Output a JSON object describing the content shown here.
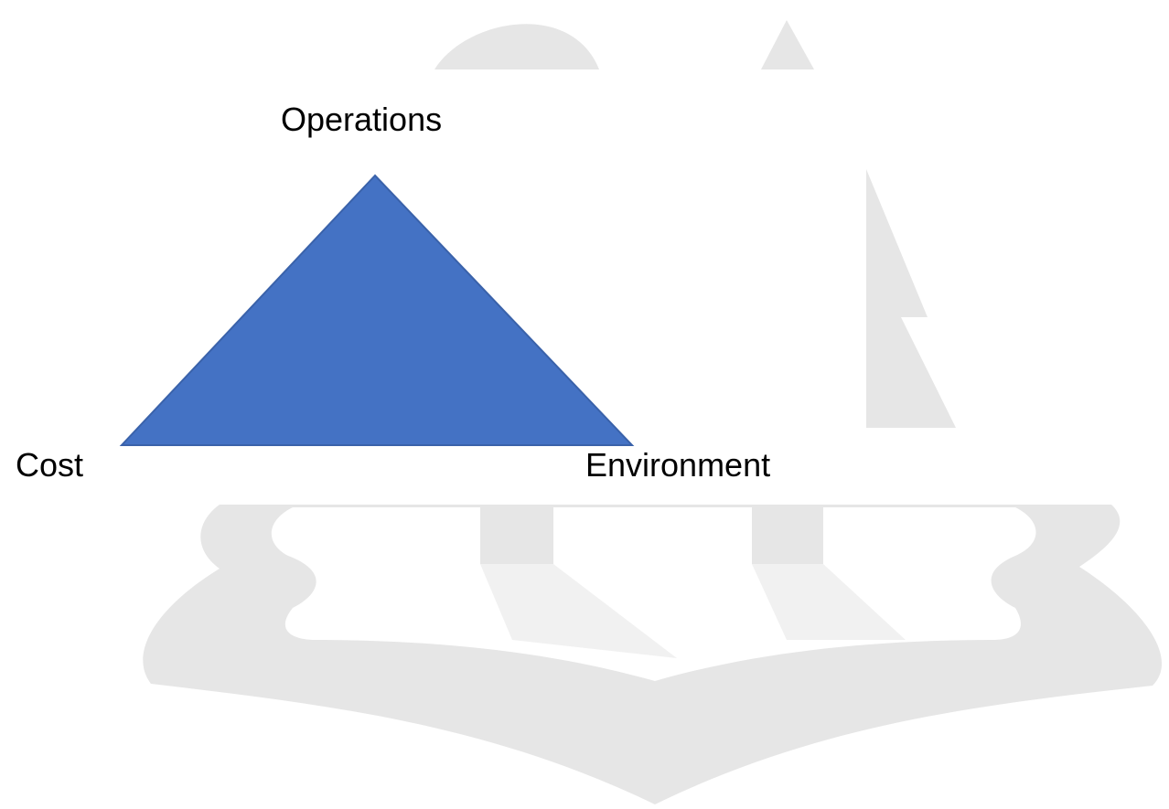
{
  "diagram": {
    "shape": "triangle",
    "fill_color": "#4472C4",
    "stroke_color": "#3A62AA",
    "watermark_color": "#E6E6E6",
    "vertices": {
      "top": "Operations",
      "bottom_left": "Cost",
      "bottom_right": "Environment"
    }
  }
}
